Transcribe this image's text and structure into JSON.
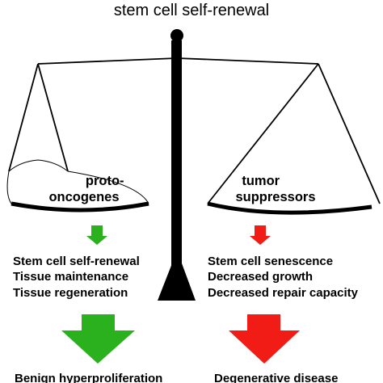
{
  "title": "stem cell self-renewal",
  "left_side": {
    "label_lines": [
      "proto-",
      "oncogenes"
    ],
    "effects": [
      "Stem cell self-renewal",
      "Tissue maintenance",
      "Tissue regeneration"
    ],
    "outcome": "Benign hyperproliferation",
    "arrow_color": "#2cb11e"
  },
  "right_side": {
    "label_lines": [
      "tumor",
      "suppressors"
    ],
    "effects": [
      "Stem cell senescence",
      "Decreased growth",
      "Decreased repair capacity"
    ],
    "outcome": "Degenerative disease",
    "arrow_color": "#f21c16"
  },
  "colors": {
    "scale": "#000000",
    "text": "#000000",
    "background": "#ffffff"
  }
}
